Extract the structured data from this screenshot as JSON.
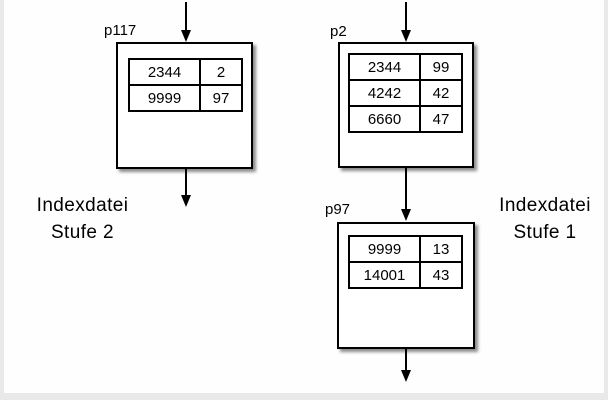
{
  "diagram": {
    "side_labels": {
      "level2": {
        "line1": "Indexdatei",
        "line2": "Stufe 2"
      },
      "level1": {
        "line1": "Indexdatei",
        "line2": "Stufe 1"
      }
    },
    "nodes": {
      "p117": {
        "label": "p117",
        "rows": [
          [
            "2344",
            "2"
          ],
          [
            "9999",
            "97"
          ]
        ]
      },
      "p2": {
        "label": "p2",
        "rows": [
          [
            "2344",
            "99"
          ],
          [
            "4242",
            "42"
          ],
          [
            "6660",
            "47"
          ]
        ]
      },
      "p97": {
        "label": "p97",
        "rows": [
          [
            "9999",
            "13"
          ],
          [
            "14001",
            "43"
          ]
        ]
      }
    },
    "colors": {
      "line": "#000000",
      "text": "#000000",
      "box_fill": "#ffffff",
      "page_bg": "#fefefe",
      "edge_bg": "#e9e9e9"
    }
  }
}
